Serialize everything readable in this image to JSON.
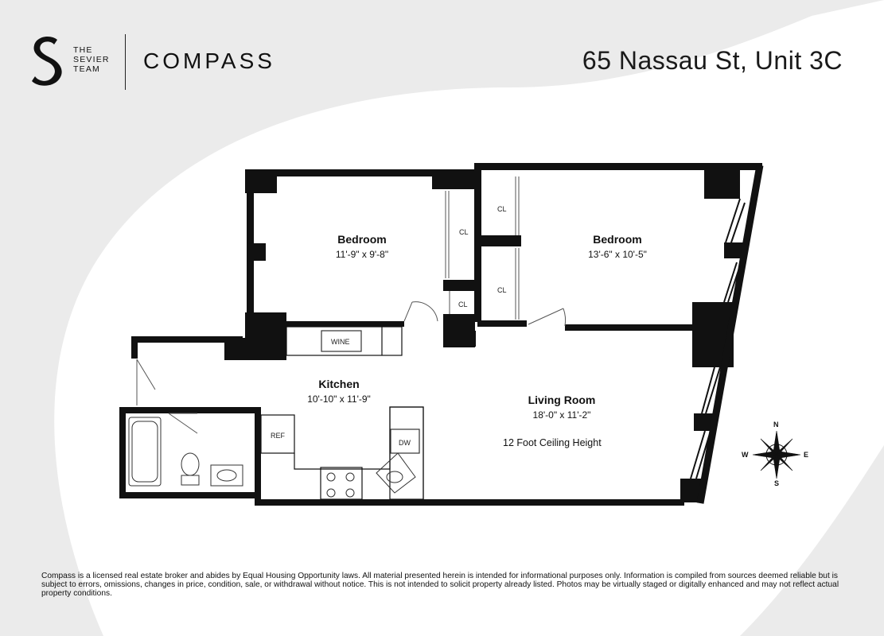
{
  "brand": {
    "team_lines": [
      "THE",
      "SEVIER",
      "TEAM"
    ],
    "company": "COMPASS"
  },
  "address": "65 Nassau St, Unit 3C",
  "rooms": {
    "bedroom_1": {
      "name": "Bedroom",
      "dims": "11'-9\" x 9'-8\""
    },
    "bedroom_2": {
      "name": "Bedroom",
      "dims": "13'-6\" x 10'-5\""
    },
    "kitchen": {
      "name": "Kitchen",
      "dims": "10'-10\" x 11'-9\""
    },
    "living": {
      "name": "Living Room",
      "dims": "18'-0\" x 11'-2\"",
      "note": "12 Foot Ceiling Height"
    }
  },
  "labels": {
    "closet": "CL",
    "wine": "WINE",
    "refrigerator": "REF",
    "dishwasher": "DW"
  },
  "compass_rose": {
    "n": "N",
    "s": "S",
    "e": "E",
    "w": "W"
  },
  "disclaimer": "Compass is a licensed real estate broker and abides by Equal Housing Opportunity laws. All material presented herein is intended for informational purposes only. Information is compiled from sources deemed reliable but is subject to errors, omissions, changes in price, condition, sale, or withdrawal without notice. This is not intended to solicit property already listed. Photos may be virtually staged or digitally enhanced and may not reflect actual property conditions."
}
